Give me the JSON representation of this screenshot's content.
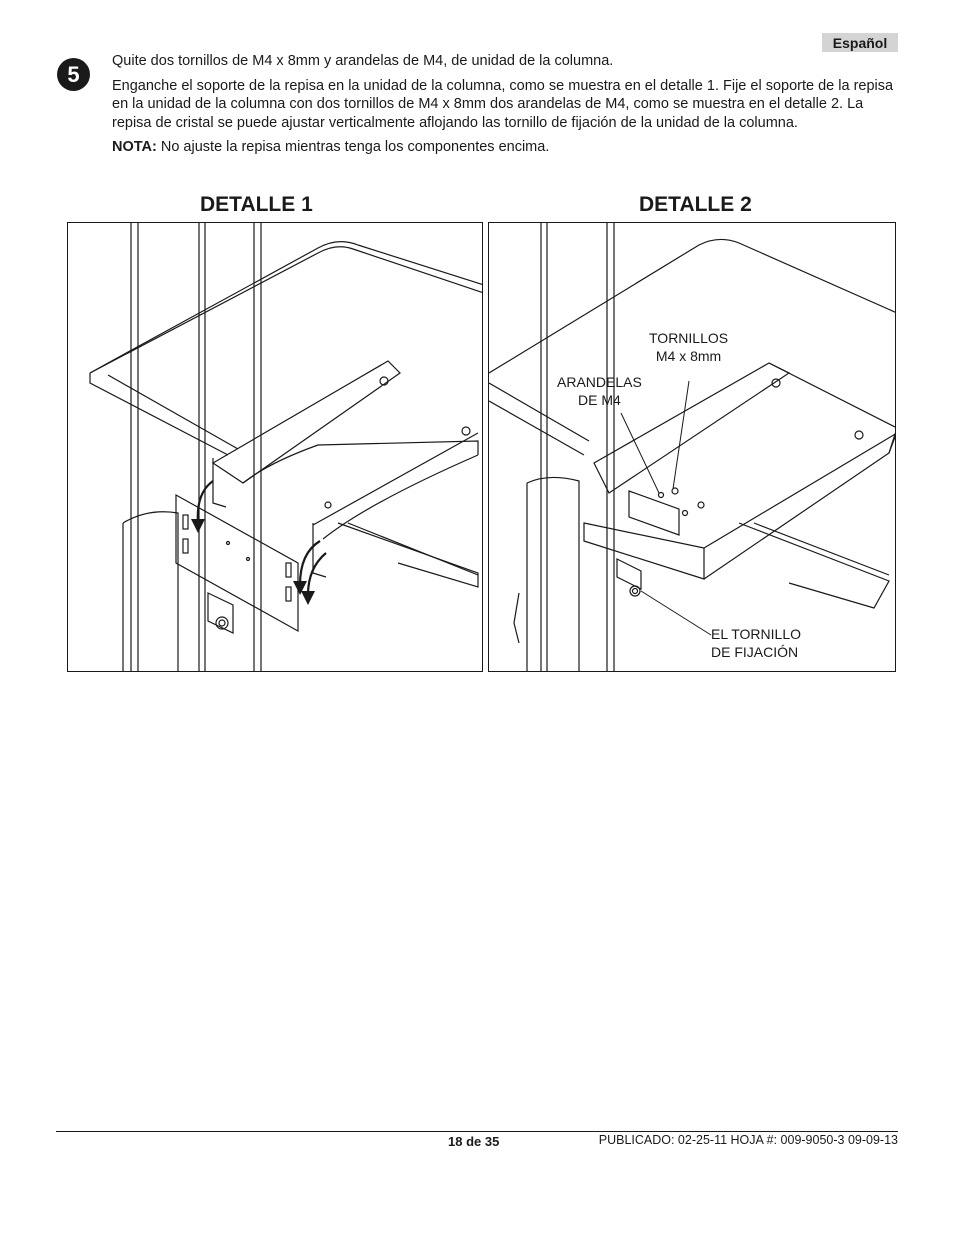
{
  "header": {
    "language": "Español"
  },
  "step": {
    "number": "5",
    "line1_prefix": "Quite dos tornillos de M4 x 8mm y arandelas de M4, de ",
    "line1_suffix": "unidad de la columna.",
    "paragraph2": "Enganche el soporte de la repisa en la unidad de la columna, como se muestra en el detalle 1. Fije el soporte de la repisa en la unidad de la columna con dos tornillos de M4 x 8mm dos arandelas de M4, como se muestra en el detalle 2. La repisa de cristal se puede ajustar verticalmente aflojando las tornillo de fijación de la unidad de la columna.",
    "note_label": "NOTA:",
    "note_text": " No ajuste la repisa mientras tenga los componentes encima."
  },
  "detail1": {
    "title": "DETALLE 1"
  },
  "detail2": {
    "title": "DETALLE 2",
    "callout_screws": [
      "TORNILLOS",
      "M4 x 8mm"
    ],
    "callout_washers": [
      "ARANDELAS",
      "DE M4"
    ],
    "callout_set_screw": [
      "EL TORNILLO",
      "DE FIJACIÓN"
    ]
  },
  "footer": {
    "page": "18 de 35",
    "published": "PUBLICADO: 02-25-11  HOJA #: 009-9050-3  09-09-13"
  }
}
